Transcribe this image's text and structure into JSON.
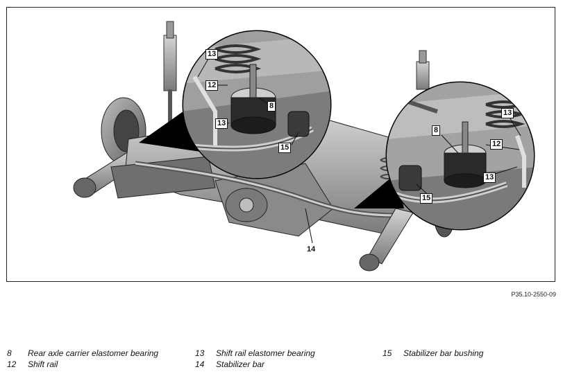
{
  "figure_id": "P35.10-2550-09",
  "callouts": {
    "left_detail": [
      "13",
      "12",
      "8",
      "13",
      "15"
    ],
    "right_detail": [
      "13",
      "8",
      "12",
      "13",
      "15"
    ],
    "main": [
      "14"
    ]
  },
  "legend": [
    {
      "num": "8",
      "text": "Rear axle carrier elastomer bearing"
    },
    {
      "num": "12",
      "text": "Shift rail"
    },
    {
      "num": "13",
      "text": "Shift rail elastomer bearing"
    },
    {
      "num": "14",
      "text": "Stabilizer bar"
    },
    {
      "num": "15",
      "text": "Stabilizer bar bushing"
    }
  ]
}
